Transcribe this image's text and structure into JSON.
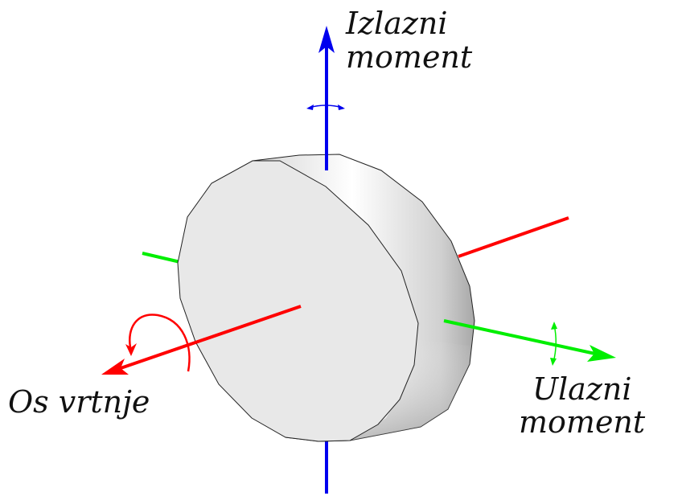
{
  "labels": {
    "output_torque_line1": "Izlazni",
    "output_torque_line2": "moment",
    "input_torque_line1": "Ulazni",
    "input_torque_line2": "moment",
    "spin_axis": "Os vrtnje"
  },
  "colors": {
    "spin_axis": "#ff0000",
    "input_axis": "#00ee00",
    "output_axis": "#0000ee",
    "disk_face": "#e8e8e8",
    "disk_outline": "#222222"
  }
}
